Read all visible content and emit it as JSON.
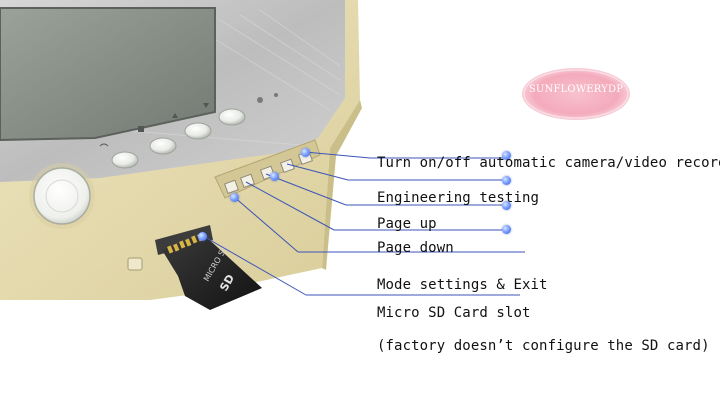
{
  "watermark": "SUNFLOWERYDP",
  "callouts": [
    "Turn on/off automatic camera/video recording",
    "Engineering testing",
    "Page up",
    "Page down",
    "Mode settings & Exit",
    "Micro SD Card slot",
    "(factory doesn’t configure the SD card)"
  ],
  "sd_card": {
    "brand_text": "MICRO SD",
    "capacity_text": "SD"
  },
  "colors": {
    "panel_silver": "#c9c9c9",
    "body_gold": "#e9dfb3",
    "leader_line": "#3d55b8",
    "dot": "#5a7fe8",
    "watermark_pink": "#f4a8b8"
  }
}
